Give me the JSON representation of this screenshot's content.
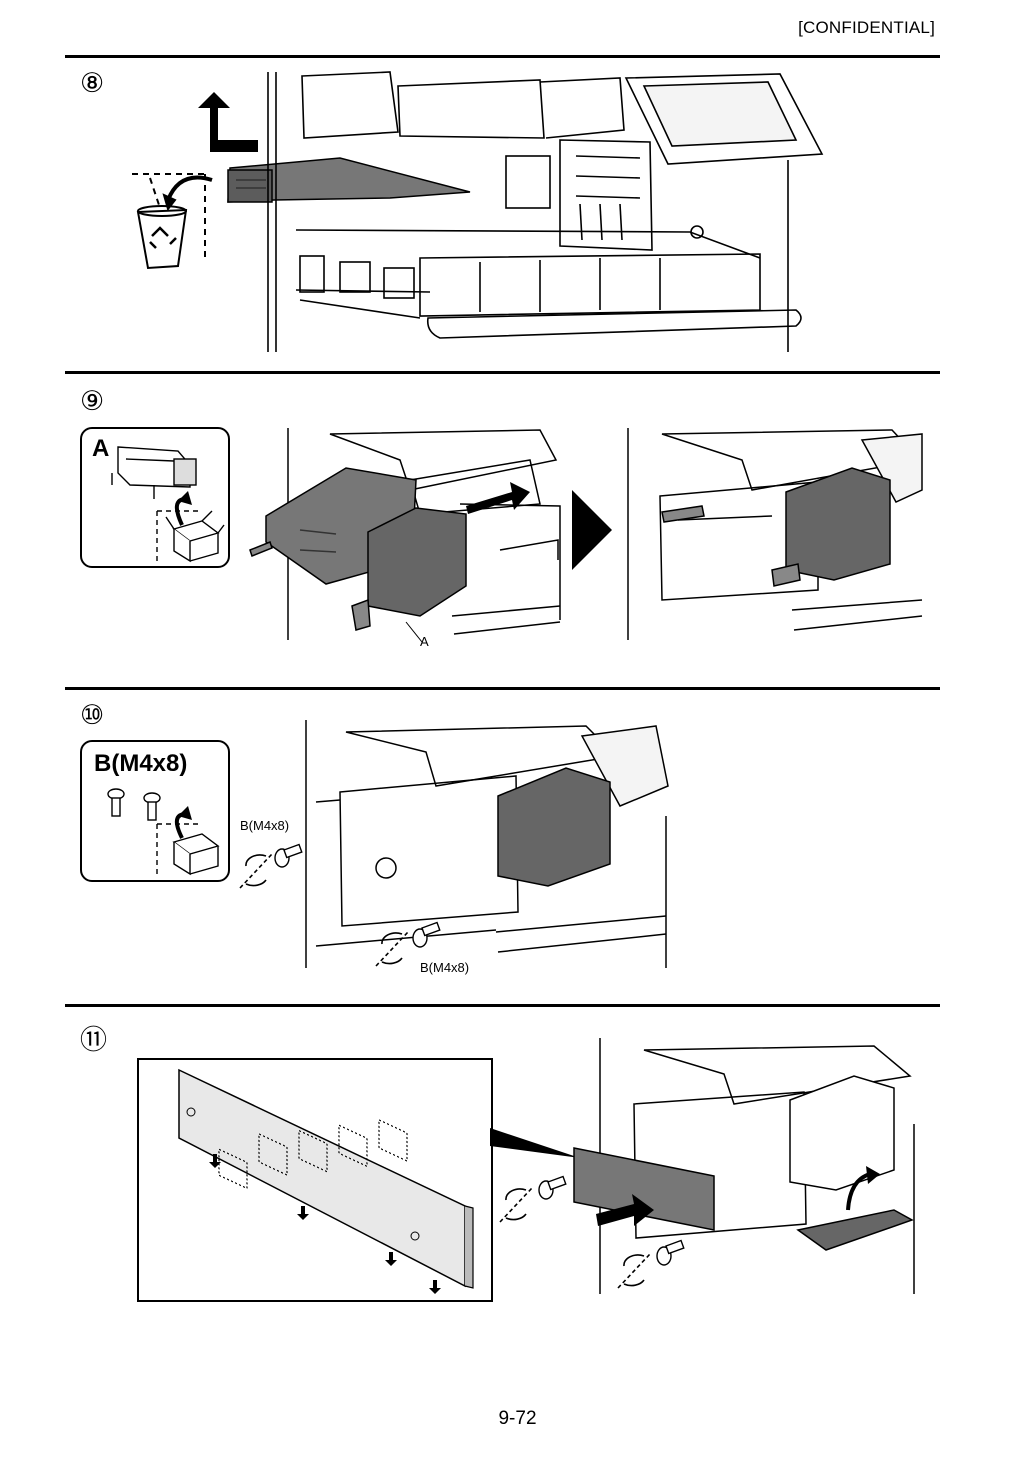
{
  "header": {
    "confidential_label": "[CONFIDENTIAL]"
  },
  "steps": [
    {
      "number": "⑧"
    },
    {
      "number": "⑨",
      "callout_title": "A",
      "part_label": "A"
    },
    {
      "number": "⑩",
      "callout_title": "B(M4x8)",
      "screw_label_1": "B(M4x8)",
      "screw_label_2": "B(M4x8)"
    },
    {
      "number": "⑪"
    }
  ],
  "footer": {
    "page_number": "9-72"
  },
  "icons": [
    "recycle-bin-icon",
    "open-box-icon",
    "right-arrow-icon",
    "rotate-screw-icon"
  ]
}
